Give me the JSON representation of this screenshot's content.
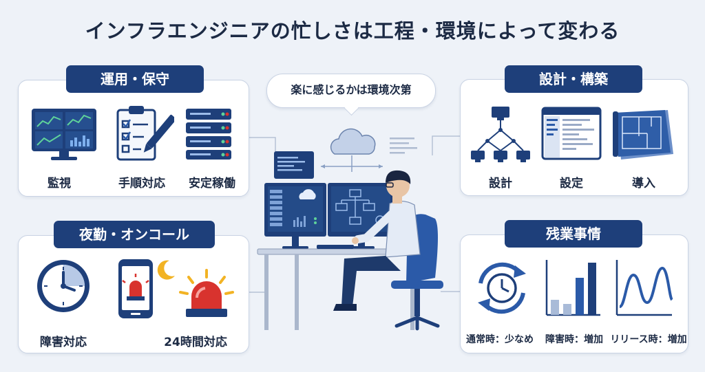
{
  "title": "インフラエンジニアの忙しさは工程・環境によって変わる",
  "bubble": "楽に感じるかは環境次第",
  "panels": {
    "ops": {
      "tag": "運用・保守",
      "items": [
        "監視",
        "手順対応",
        "安定稼働"
      ]
    },
    "build": {
      "tag": "設計・構築",
      "items": [
        "設計",
        "設定",
        "導入"
      ]
    },
    "night": {
      "tag": "夜勤・オンコール",
      "items": [
        "障害対応",
        "24時間対応"
      ]
    },
    "overtime": {
      "tag": "残業事情",
      "items": [
        "通常時：少なめ",
        "障害時：増加",
        "リリース時：増加"
      ]
    }
  },
  "colors": {
    "navy": "#1e3f7a",
    "accent": "#2b5aa8",
    "alert": "#d8332e",
    "amber": "#f2b324"
  }
}
